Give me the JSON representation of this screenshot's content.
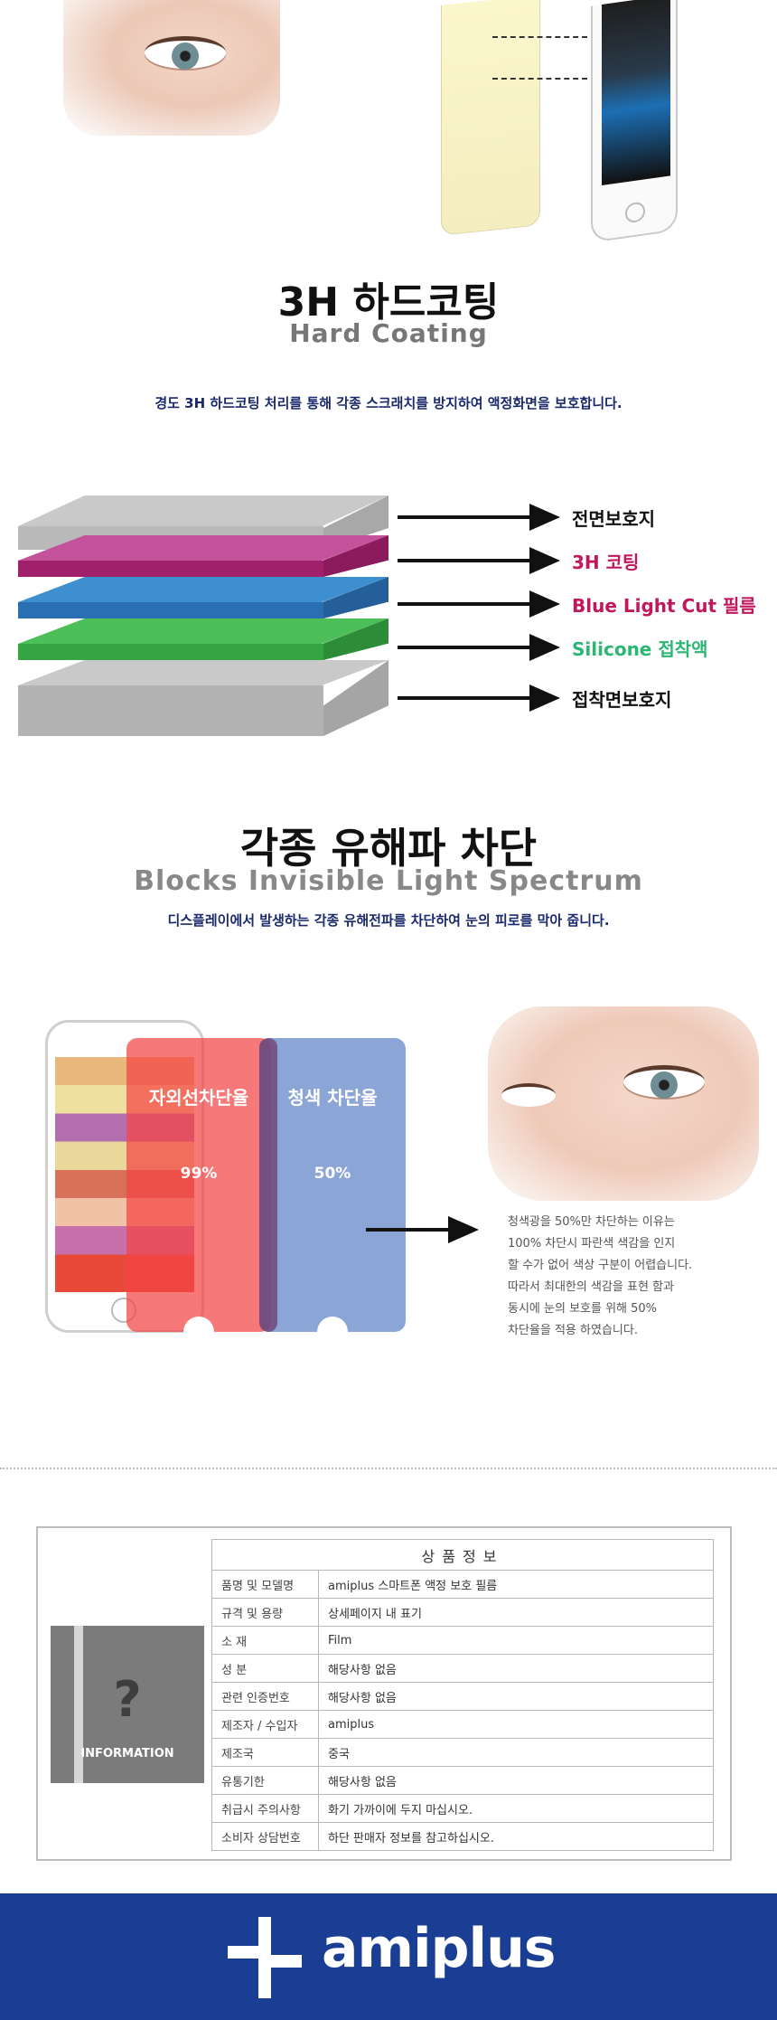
{
  "hard_coating": {
    "title_ko": "3H 하드코팅",
    "title_en": "Hard Coating",
    "description": "경도 3H 하드코팅 처리를 통해 각종 스크래치를 방지하여 액정화면을 보호합니다."
  },
  "layers": [
    {
      "label": "전면보호지",
      "color": "#111111"
    },
    {
      "label": "3H 코팅",
      "color": "#c0175d"
    },
    {
      "label": "Blue Light Cut 필름",
      "color": "#c0175d"
    },
    {
      "label": "Silicone 접착액",
      "color": "#2bb673"
    },
    {
      "label": "접착면보호지",
      "color": "#111111"
    }
  ],
  "spectrum": {
    "title_ko": "각종 유해파 차단",
    "title_en": "Blocks Invisible Light Spectrum",
    "description": "디스플레이에서 발생하는 각종 유해전파를 차단하여 눈의 피로를 막아 줍니다.",
    "uv_label": "자외선차단율",
    "uv_value": "99%",
    "blue_label": "청색 차단율",
    "blue_value": "50%",
    "note_lines": [
      "청색광을 50%만 차단하는 이유는",
      "100% 차단시 파란색 색감을 인지",
      "할 수가 없어 색상 구분이 어렵습니다.",
      "따라서 최대한의 색감을 표현 함과",
      "동시에 눈의 보호를 위해 50%",
      "차단율을 적용 하였습니다."
    ]
  },
  "product_info": {
    "header": "상품정보",
    "icon_label": "INFORMATION",
    "icon_glyph": "?",
    "rows": [
      {
        "key": "품명 및 모델명",
        "value": "amiplus 스마트폰 액정 보호 필름"
      },
      {
        "key": "규격 및 용량",
        "value": "상세페이지 내 표기"
      },
      {
        "key": "소 재",
        "value": "Film"
      },
      {
        "key": "성 분",
        "value": "해당사항 없음"
      },
      {
        "key": "관련 인증번호",
        "value": "해당사항 없음"
      },
      {
        "key": "제조자 / 수입자",
        "value": "amiplus"
      },
      {
        "key": "제조국",
        "value": "중국"
      },
      {
        "key": "유통기한",
        "value": "해당사항 없음"
      },
      {
        "key": "취급시 주의사항",
        "value": "화기 가까이에 두지 마십시오."
      },
      {
        "key": "소비자 상담번호",
        "value": "하단 판매자 정보를 참고하십시오."
      }
    ]
  },
  "footer": {
    "brand": "amiplus",
    "bg_color": "#1a3e93"
  }
}
